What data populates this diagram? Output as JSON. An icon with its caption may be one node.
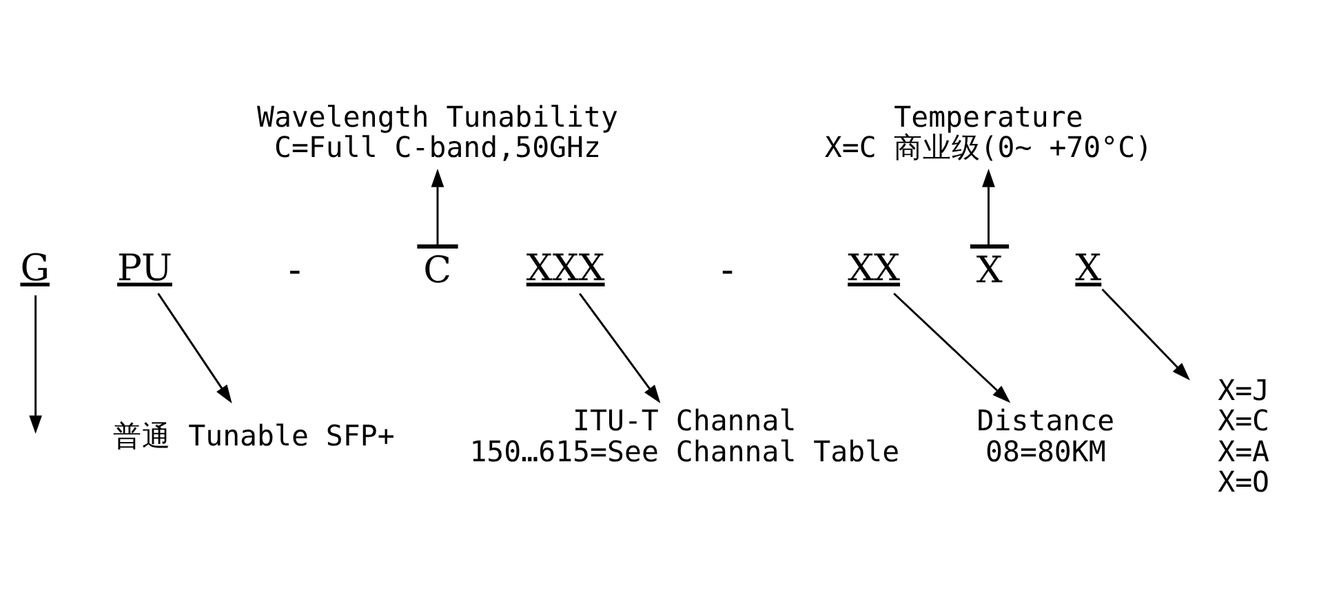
{
  "diagram": {
    "nodes": [
      {
        "text": [
          "G"
        ]
      },
      {
        "text": [
          "PU"
        ]
      },
      {
        "text": [
          "C"
        ]
      },
      {
        "text": [
          "XXX"
        ]
      },
      {
        "text": [
          "XX"
        ]
      },
      {
        "text": [
          "X"
        ]
      },
      {
        "text": [
          "X"
        ]
      },
      {
        "text": [
          "Wavelength Tunability",
          "C=Full C-band,50GHz"
        ]
      },
      {
        "text": [
          "Temperature",
          "X=C 商业级(0~ +70°C)"
        ]
      },
      {
        "text": [
          "普通 Tunable SFP+"
        ]
      },
      {
        "text": [
          "ITU-T Channal",
          "150…615=See Channal Table"
        ]
      },
      {
        "text": [
          "Distance",
          "08=80KM"
        ]
      },
      {
        "text": [
          "X=J",
          "X=C",
          "X=A",
          "X=O"
        ]
      }
    ],
    "edges": [
      {
        "from": 0,
        "to": null,
        "arrow": "to"
      },
      {
        "from": 1,
        "to": 9,
        "arrow": "to"
      },
      {
        "from": 2,
        "to": 7,
        "arrow": "to"
      },
      {
        "from": 3,
        "to": 10,
        "arrow": "to"
      },
      {
        "from": 4,
        "to": 11,
        "arrow": "to"
      },
      {
        "from": 5,
        "to": 8,
        "arrow": "to"
      },
      {
        "from": 6,
        "to": 12,
        "arrow": "to"
      }
    ],
    "labels": [
      "-",
      "-"
    ]
  }
}
